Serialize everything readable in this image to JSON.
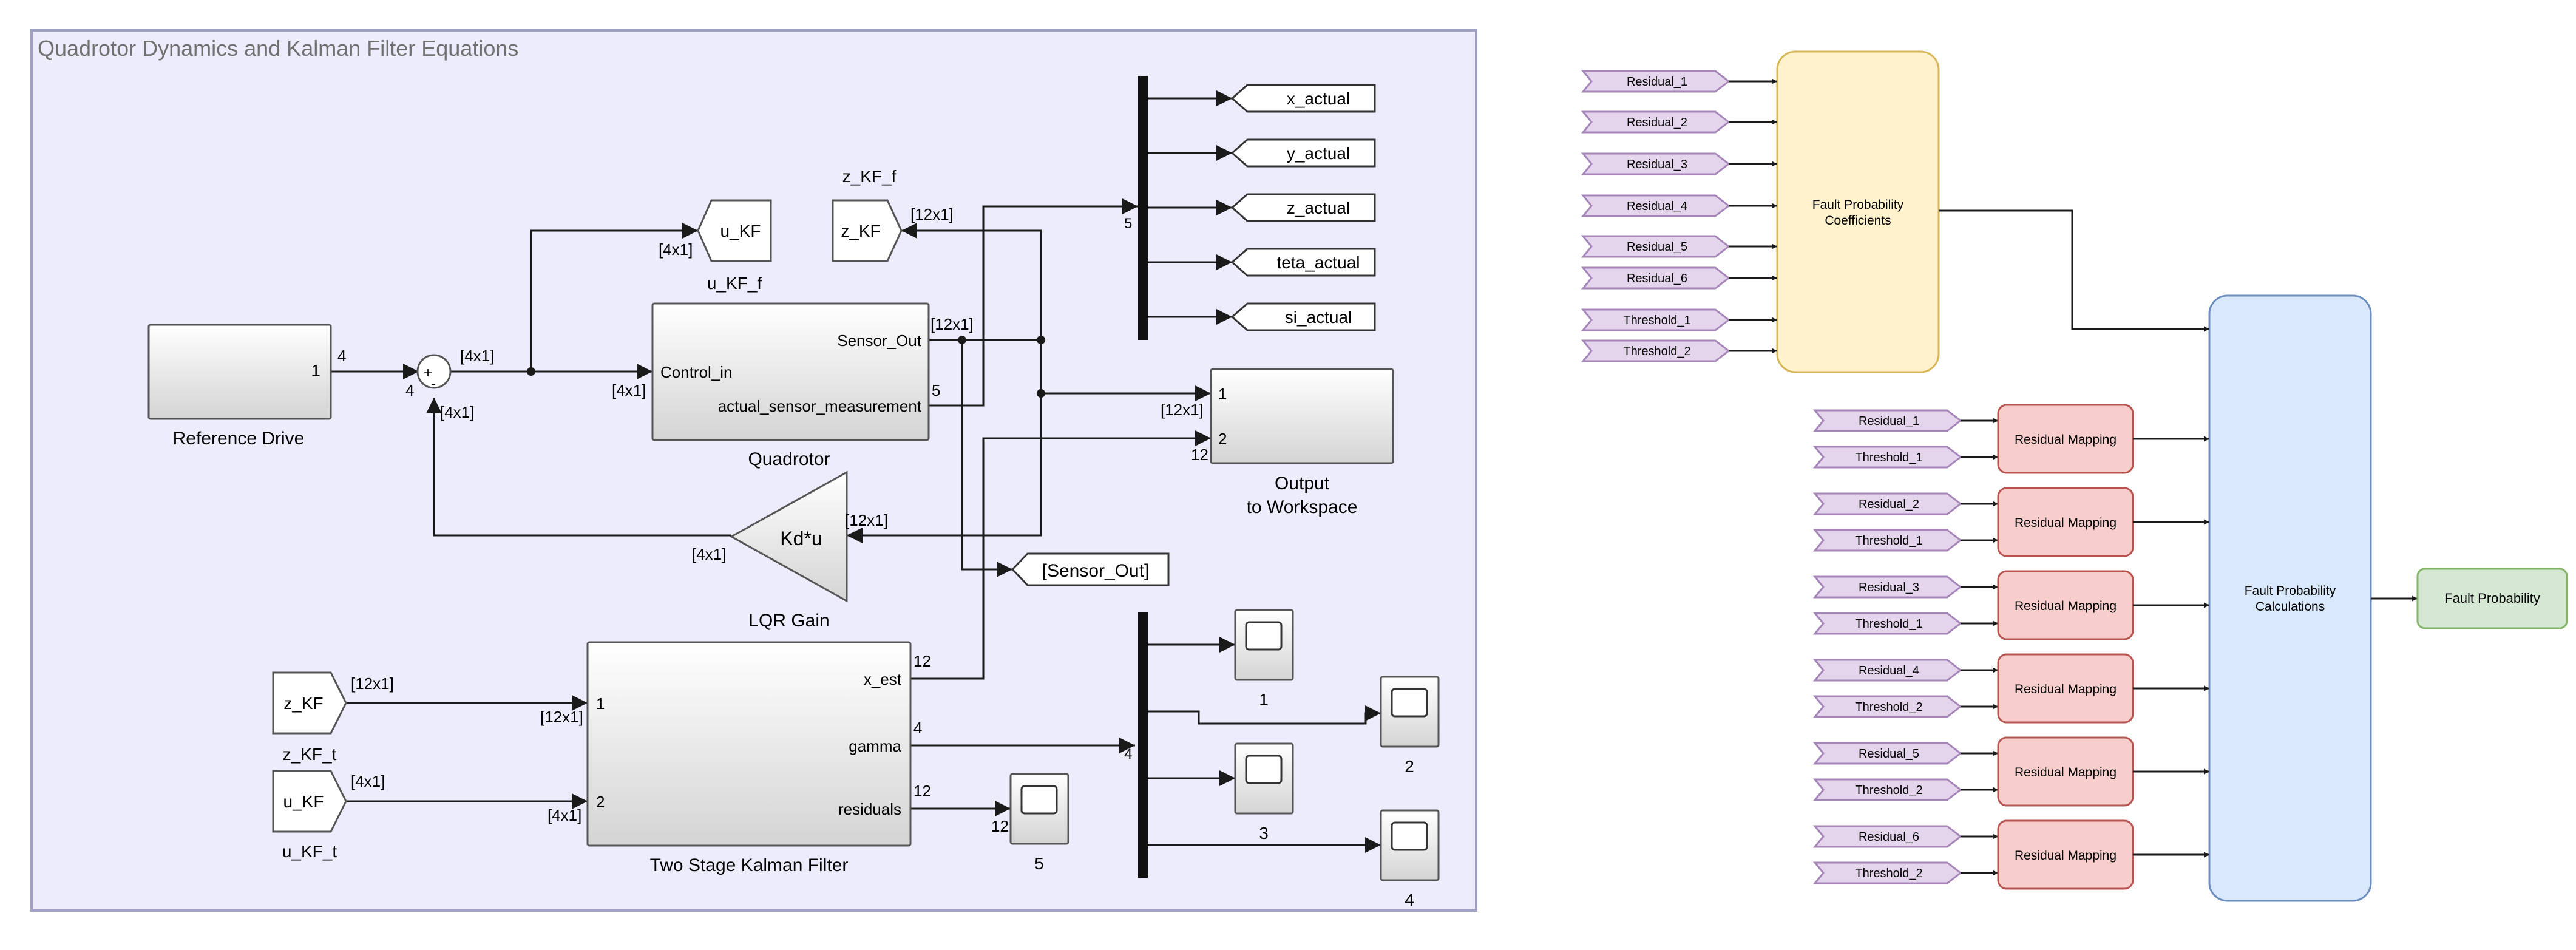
{
  "simulink": {
    "title": "Quadrotor Dynamics and Kalman Filter Equations",
    "colors": {
      "canvas": "#ececfc",
      "border": "#9fa0c4",
      "block_top": "#ffffff",
      "block_bottom": "#d9d9d9",
      "line": "#1a1a1a"
    },
    "reference_drive": {
      "name": "Reference Drive",
      "port_out": "1",
      "width_out": "4"
    },
    "sum": {
      "in_top": "+",
      "in_bottom": "-",
      "width_in": "4",
      "width_fb": "[4x1]",
      "width_out": "[4x1]"
    },
    "goto_u": {
      "tag": "u_KF",
      "name": "u_KF_f",
      "width": "[4x1]"
    },
    "goto_z": {
      "tag": "z_KF",
      "name": "z_KF_f",
      "width": "[12x1]"
    },
    "quadrotor": {
      "name": "Quadrotor",
      "in_label": "Control_in",
      "out1_label": "Sensor_Out",
      "out2_label": "actual_sensor_measurement",
      "width_in": "[4x1]",
      "width_out1": "[12x1]",
      "width_out2": "5"
    },
    "demux_top": {
      "width_in": "5"
    },
    "goto_outputs": [
      "x_actual",
      "y_actual",
      "z_actual",
      "teta_actual",
      "si_actual"
    ],
    "to_workspace": {
      "name_line1": "Output",
      "name_line2": "to Workspace",
      "in1": "1",
      "in2": "2",
      "width1": "[12x1]",
      "width2": "12"
    },
    "lqr": {
      "name": "LQR Gain",
      "gain": "Kd*u",
      "width_in": "[12x1]",
      "width_out": "[4x1]"
    },
    "goto_sensor": {
      "tag": "[Sensor_Out]"
    },
    "from_z": {
      "tag": "z_KF",
      "name": "z_KF_t",
      "width": "[12x1]"
    },
    "from_u": {
      "tag": "u_KF",
      "name": "u_KF_t",
      "width": "[4x1]"
    },
    "kalman": {
      "name": "Two Stage Kalman Filter",
      "in1": "1",
      "in2": "2",
      "width_in1": "[12x1]",
      "width_in2": "[4x1]",
      "out1": "x_est",
      "out2": "gamma",
      "out3": "residuals",
      "w_out1": "12",
      "w_out2": "4",
      "w_out3": "12"
    },
    "scope5": {
      "name": "5",
      "width": "12"
    },
    "mux_bottom": {
      "width": "4"
    },
    "scopes": [
      "1",
      "2",
      "3",
      "4"
    ]
  },
  "flow": {
    "colors": {
      "purple_fill": "#e4d4ec",
      "purple_stroke": "#a685b8",
      "yellow_fill": "#fff2cc",
      "yellow_stroke": "#d6b656",
      "red_fill": "#f8cecc",
      "red_stroke": "#b85450",
      "blue_fill": "#dae8fc",
      "blue_stroke": "#6c8ebf",
      "green_fill": "#d5e8d4",
      "green_stroke": "#82b366"
    },
    "coeff_inputs": [
      "Residual_1",
      "Residual_2",
      "Residual_3",
      "Residual_4",
      "Residual_5",
      "Residual_6",
      "Threshold_1",
      "Threshold_2"
    ],
    "coefficients": {
      "line1": "Fault Probability",
      "line2": "Coefficients"
    },
    "mapping_label": "Residual Mapping",
    "mappings": [
      {
        "residual": "Residual_1",
        "threshold": "Threshold_1"
      },
      {
        "residual": "Residual_2",
        "threshold": "Threshold_1"
      },
      {
        "residual": "Residual_3",
        "threshold": "Threshold_1"
      },
      {
        "residual": "Residual_4",
        "threshold": "Threshold_2"
      },
      {
        "residual": "Residual_5",
        "threshold": "Threshold_2"
      },
      {
        "residual": "Residual_6",
        "threshold": "Threshold_2"
      }
    ],
    "calculations": {
      "line1": "Fault Probability",
      "line2": "Calculations"
    },
    "output": "Fault Probability"
  }
}
